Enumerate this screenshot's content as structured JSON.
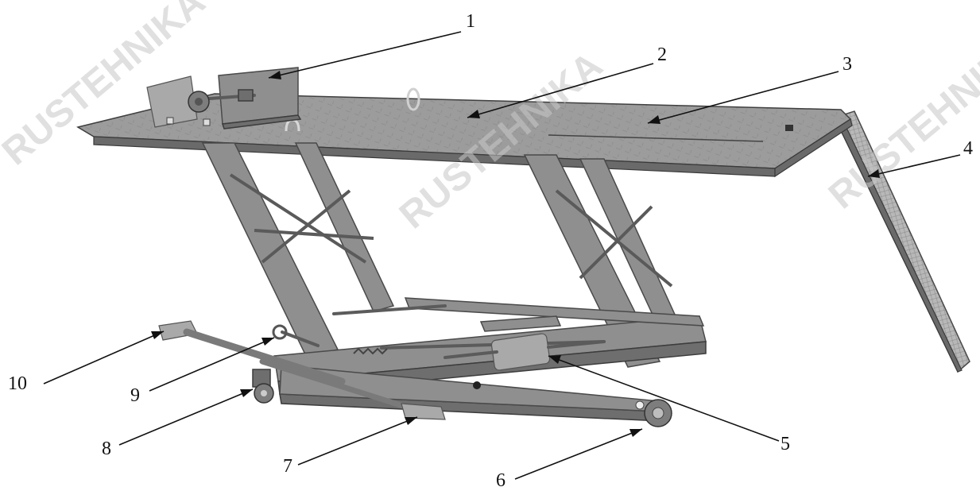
{
  "figure": {
    "watermark": "RUSTEHNIKA",
    "callouts": [
      {
        "id": "1",
        "label": "1"
      },
      {
        "id": "2",
        "label": "2"
      },
      {
        "id": "3",
        "label": "3"
      },
      {
        "id": "4",
        "label": "4"
      },
      {
        "id": "5",
        "label": "5"
      },
      {
        "id": "6",
        "label": "6"
      },
      {
        "id": "7",
        "label": "7"
      },
      {
        "id": "8",
        "label": "8"
      },
      {
        "id": "9",
        "label": "9"
      },
      {
        "id": "10",
        "label": "10"
      }
    ]
  }
}
